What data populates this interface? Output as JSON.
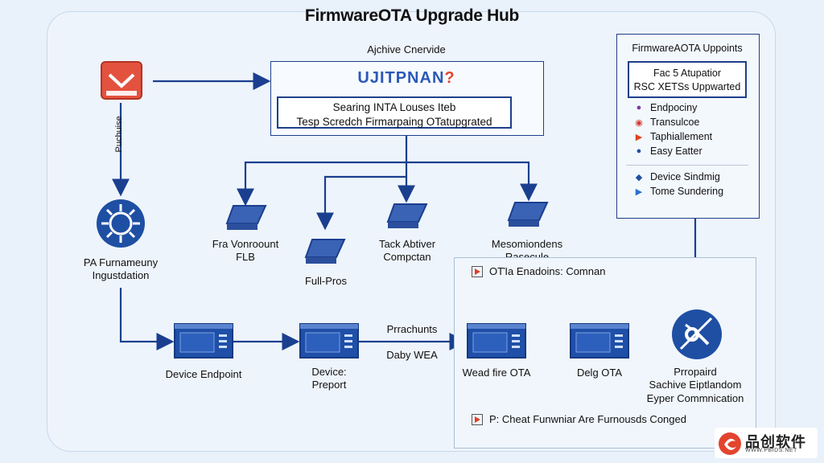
{
  "title": "FirmwareOTA Upgrade Hub",
  "overview": {
    "label": "Ajchive Cnervide",
    "brand_part1": "UJITPNAN",
    "brand_part2": "?",
    "search_line1": "Searing INTA Louses Iteb",
    "search_line2": "Tesp Scredch Firmarpaing OTatupgrated"
  },
  "left_column": {
    "side_label": "Puchuise",
    "hub_label_line1": "PA Furnameuny",
    "hub_label_line2": "Ingustdation"
  },
  "branches": [
    {
      "line1": "Fra Vonroount",
      "line2": "FLB"
    },
    {
      "line1": "Full-Pros",
      "line2": ""
    },
    {
      "line1": "Tack Abtiver",
      "line2": "Compctan"
    },
    {
      "line1": "Mesomiondens",
      "line2": "Rasecule"
    }
  ],
  "flow": {
    "device_endpoint": "Device Endpoint",
    "device_preport_line1": "Device:",
    "device_preport_line2": "Preport",
    "arrow_label_top": "Prrachunts",
    "arrow_label_bottom": "Daby WEA",
    "wead_fire": "Wead fire OTA",
    "delg": "Delg OTA",
    "final_line1": "Prropaird",
    "final_line2": "Sachive Eiptlandom",
    "final_line3": "Eyper Commnication"
  },
  "right_panel": {
    "title": "FirmwareAOTA Uppoints",
    "box_line1": "Fac 5 Atupatior",
    "box_line2": "RSC XETSs Uppwarted",
    "legend": [
      {
        "label": "Endpociny",
        "icon": "dot-purple-icon"
      },
      {
        "label": "Transulcoe",
        "icon": "ring-red-icon"
      },
      {
        "label": "Taphiallement",
        "icon": "triangle-red-icon"
      },
      {
        "label": "Easy Eatter",
        "icon": "dot-blue-icon"
      }
    ],
    "legend2": [
      {
        "label": "Device Sindmig",
        "icon": "diamond-blue-icon"
      },
      {
        "label": "Tome Sundering",
        "icon": "triangle-blue-icon"
      }
    ]
  },
  "bottom_panel": {
    "top_note": "OTΊa Enadoins: Comnan",
    "bottom_note": "P: Cheat Funwniar Are Furnousds Conged"
  },
  "watermark": {
    "text": "品创软件",
    "sub": "WWW.PBIDS.NET"
  },
  "colors": {
    "accent": "#1e4fa3",
    "line": "#1a3f8f",
    "alert": "#e2401f"
  }
}
